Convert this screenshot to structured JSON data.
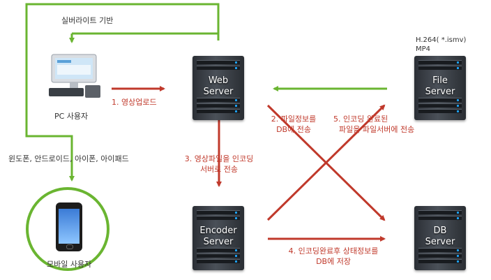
{
  "labels": {
    "silverlight_base": "실버라이트 기반",
    "pc_user": "PC 사용자",
    "mobile_platforms": "윈도폰, 안드로이드, 아이폰, 아이패드",
    "mobile_user": "모바일 사용자",
    "file_format_1": "H.264( *.ismv)",
    "file_format_2": "MP4"
  },
  "servers": {
    "web": [
      "Web",
      "Server"
    ],
    "file": [
      "File",
      "Server"
    ],
    "encoder": [
      "Encoder",
      "Server"
    ],
    "db": [
      "DB",
      "Server"
    ]
  },
  "steps": {
    "s1": "1. 영상업로드",
    "s2_line1": "2. 파일정보를",
    "s2_line2": "DB에 전송",
    "s3_line1": "3. 영상파일을 인코딩",
    "s3_line2": "서버로 전송",
    "s4_line1": "4. 인코딩완료후 상태정보를",
    "s4_line2": "DB에 저장",
    "s5_line1": "5. 인코딩 완료된",
    "s5_line2": "파일을 파일서버에 전송"
  },
  "colors": {
    "green": "#6ab531",
    "red": "#c0392b"
  }
}
